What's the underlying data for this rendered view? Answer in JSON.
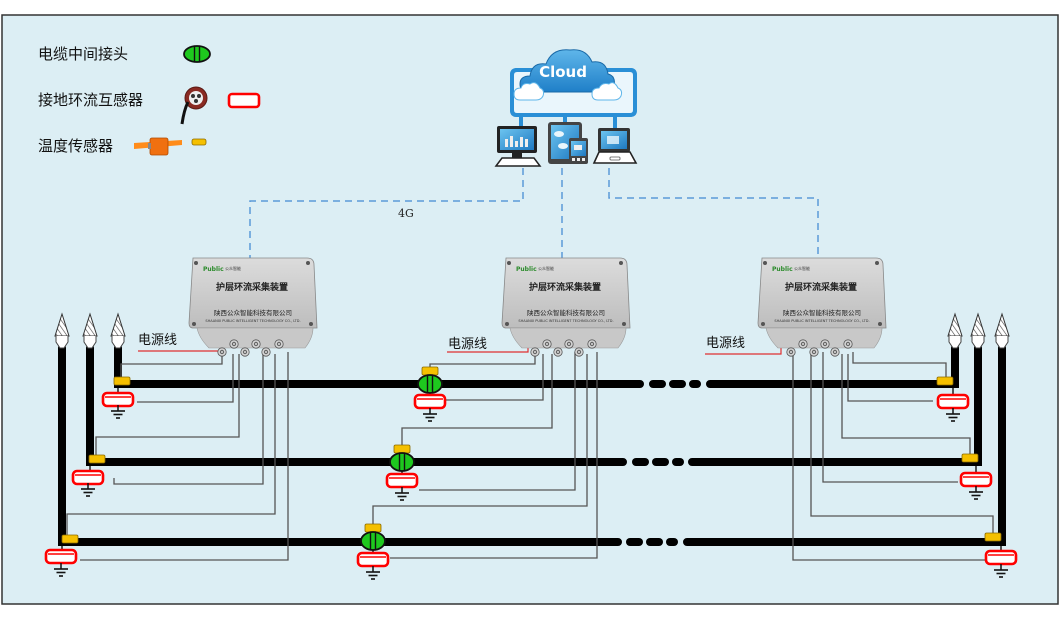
{
  "legend": {
    "items": [
      {
        "label": "电缆中间接头",
        "icon": "cable-joint-icon"
      },
      {
        "label": "接地环流互感器",
        "icon": "current-transformer-icon"
      },
      {
        "label": "温度传感器",
        "icon": "temperature-sensor-icon"
      }
    ]
  },
  "cloud": {
    "label": "Cloud",
    "clients": [
      "desktop-monitor",
      "tablet-phone",
      "laptop"
    ]
  },
  "network": {
    "link_label": "4G"
  },
  "devices": [
    {
      "title": "护层环流采集装置",
      "company": "陕西公众智能科技有限公司",
      "company_en": "SHAANXI PUBLIC INTELLIGENT TECHNOLOGY CO., LTD.",
      "brand": "Public",
      "brand_cn": "公众智能",
      "power_label": "电源线"
    },
    {
      "title": "护层环流采集装置",
      "company": "陕西公众智能科技有限公司",
      "company_en": "SHAANXI PUBLIC INTELLIGENT TECHNOLOGY CO., LTD.",
      "brand": "Public",
      "brand_cn": "公众智能",
      "power_label": "电源线"
    },
    {
      "title": "护层环流采集装置",
      "company": "陕西公众智能科技有限公司",
      "company_en": "SHAANXI PUBLIC INTELLIGENT TECHNOLOGY CO., LTD.",
      "brand": "Public",
      "brand_cn": "公众智能",
      "power_label": "电源线"
    }
  ],
  "cables": {
    "count": 3,
    "phases": [
      "phase-1",
      "phase-2",
      "phase-3"
    ]
  },
  "colors": {
    "panel_bg": "#dceef4",
    "joint_green": "#1ec81e",
    "ct_red": "#ff0000",
    "sensor_yellow": "#f5c000",
    "link_blue": "#5b9ad8",
    "cloud_blue": "#2a8fd6",
    "power_red": "#e03030"
  }
}
